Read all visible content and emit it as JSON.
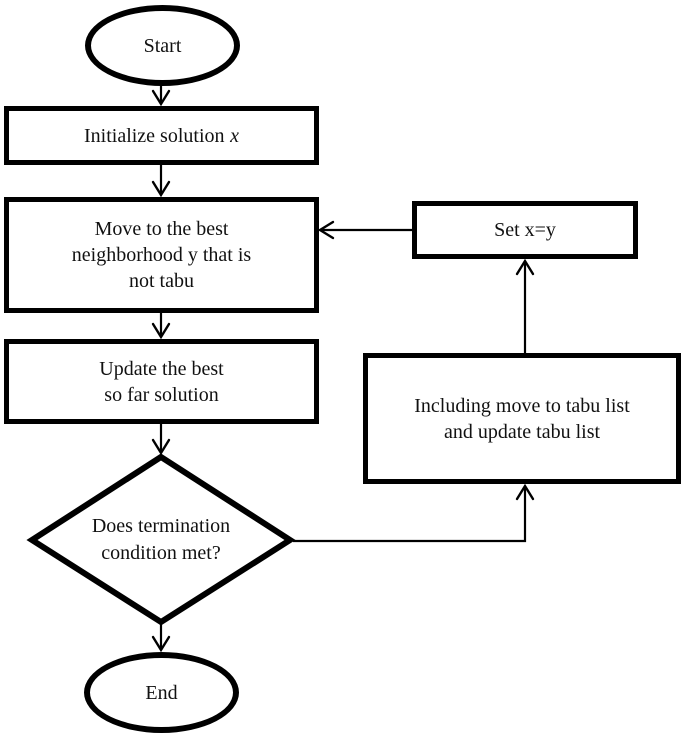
{
  "diagram": {
    "type": "flowchart",
    "subject": "tabu-search-procedure",
    "colors": {
      "stroke": "#000000",
      "fill": "#ffffff",
      "text": "#111111"
    },
    "nodes": {
      "start": {
        "shape": "terminator",
        "label": "Start"
      },
      "initialize": {
        "shape": "process",
        "label_prefix": "Initialize solution",
        "label_var": "x"
      },
      "move": {
        "shape": "process",
        "lines": {
          "l1": "Move to the best",
          "l2": "neighborhood y that is",
          "l3": "not tabu"
        }
      },
      "update": {
        "shape": "process",
        "lines": {
          "l1": "Update the best",
          "l2": "so far solution"
        }
      },
      "decision": {
        "shape": "decision",
        "lines": {
          "l1": "Does termination",
          "l2": "condition met?"
        }
      },
      "include": {
        "shape": "process",
        "lines": {
          "l1": "Including move to tabu list",
          "l2": "and update tabu list"
        }
      },
      "set": {
        "shape": "process",
        "label": "Set x=y"
      },
      "end": {
        "shape": "terminator",
        "label": "End"
      }
    },
    "edges": [
      {
        "from": "start",
        "to": "initialize"
      },
      {
        "from": "initialize",
        "to": "move"
      },
      {
        "from": "move",
        "to": "update"
      },
      {
        "from": "update",
        "to": "decision"
      },
      {
        "from": "decision",
        "to": "end"
      },
      {
        "from": "decision",
        "to": "include"
      },
      {
        "from": "include",
        "to": "set"
      },
      {
        "from": "set",
        "to": "move"
      }
    ]
  }
}
